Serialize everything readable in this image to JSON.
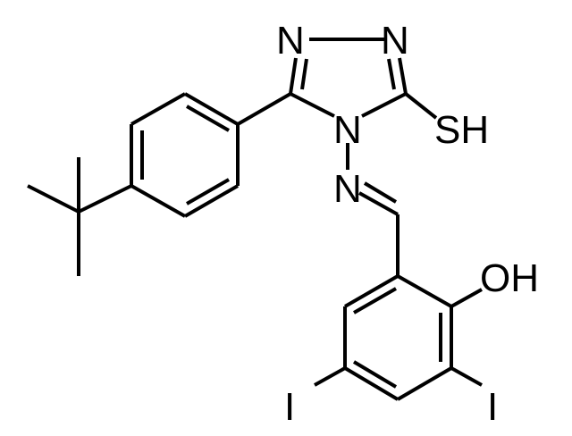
{
  "molecule": {
    "atoms": {
      "n_top_left": "N",
      "n_top_right": "N",
      "n_ring": "N",
      "n_imine": "N",
      "sh": "SH",
      "oh": "OH",
      "iodine_left": "I",
      "iodine_right": "I"
    }
  },
  "colors": {
    "background": "#ffffff",
    "ink": "#000000"
  }
}
